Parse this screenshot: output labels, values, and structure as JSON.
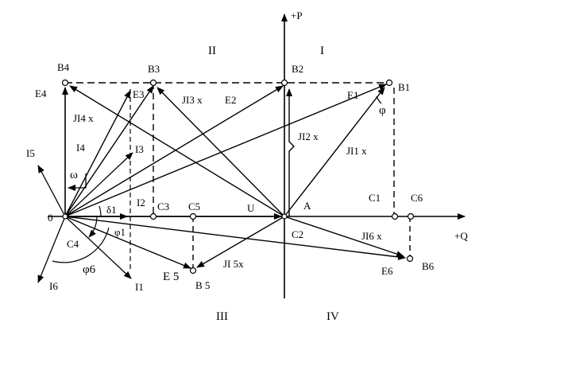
{
  "diagram": {
    "quadrants": {
      "q1": "I",
      "q2": "II",
      "q3": "III",
      "q4": "IV"
    },
    "axes": {
      "p": "+P",
      "q": "+Q"
    },
    "origin": "0",
    "point_a": "A",
    "u_label": "U",
    "points": {
      "b1": "B1",
      "b2": "B2",
      "b3": "B3",
      "b4": "B4",
      "b5": "B 5",
      "b6": "B6",
      "c1": "C1",
      "c2": "C2",
      "c3": "C3",
      "c4": "C4",
      "c5": "C5",
      "c6": "C6"
    },
    "emf": {
      "e1": "E1",
      "e2": "E2",
      "e3": "E3",
      "e4": "E4",
      "e5": "E 5",
      "e6": "E6"
    },
    "currents": {
      "i1": "I1",
      "i2": "I2",
      "i3": "I3",
      "i4": "I4",
      "i5": "I5",
      "i6": "I6"
    },
    "drops": {
      "ji1x": "JI1 x",
      "ji2x": "JI2 x",
      "ji3x": "JI3 x",
      "ji4x": "JI4 x",
      "ji5x": "JI 5x",
      "ji6x": "JI6 x"
    },
    "angles": {
      "phi": "φ",
      "phi1": "φ1",
      "phi6": "φ6",
      "delta1": "δ1",
      "omega": "ω"
    }
  }
}
